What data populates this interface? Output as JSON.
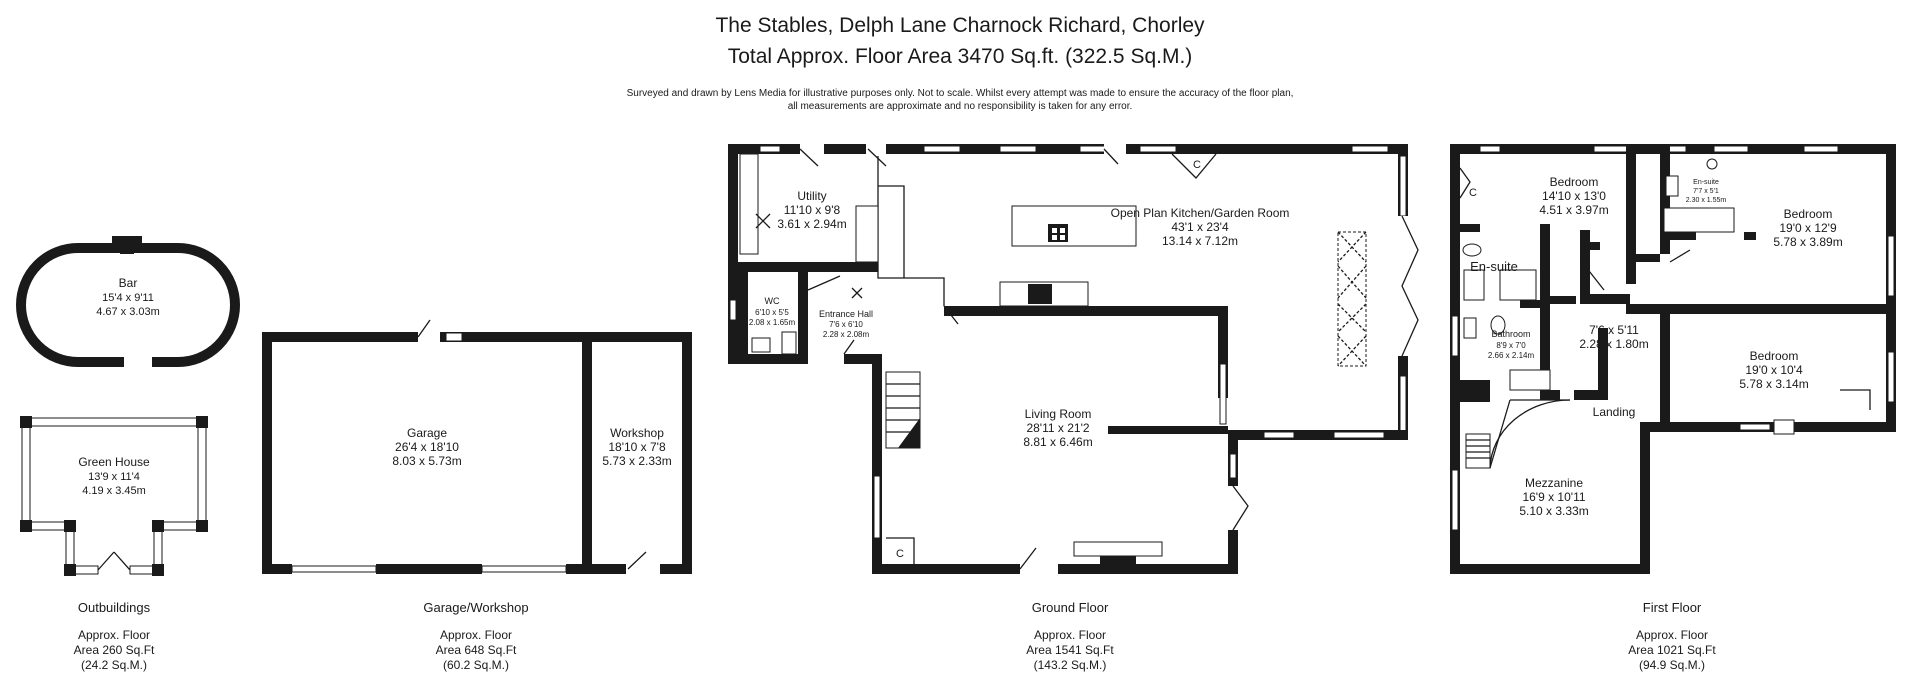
{
  "header": {
    "title": "The Stables, Delph Lane Charnock Richard, Chorley",
    "total_area": "Total Approx. Floor Area 3470 Sq.ft. (322.5 Sq.M.)",
    "disclaimer_1": "Surveyed and drawn by Lens Media for illustrative purposes only. Not to scale. Whilst every attempt was made to ensure the accuracy of the floor plan,",
    "disclaimer_2": "all measurements are approximate and no responsibility is taken for any error."
  },
  "rooms": {
    "bar": {
      "name": "Bar",
      "imperial": "15'4 x 9'11",
      "metric": "4.67 x 3.03m"
    },
    "greenhouse": {
      "name": "Green House",
      "imperial": "13'9 x 11'4",
      "metric": "4.19 x 3.45m"
    },
    "garage": {
      "name": "Garage",
      "imperial": "26'4 x 18'10",
      "metric": "8.03 x 5.73m"
    },
    "workshop": {
      "name": "Workshop",
      "imperial": "18'10 x 7'8",
      "metric": "5.73 x 2.33m"
    },
    "utility": {
      "name": "Utility",
      "imperial": "11'10 x 9'8",
      "metric": "3.61 x 2.94m"
    },
    "kitchen": {
      "name": "Open Plan Kitchen/Garden Room",
      "imperial": "43'1 x 23'4",
      "metric": "13.14 x 7.12m"
    },
    "wc": {
      "name": "WC",
      "imperial": "6'10 x 5'5",
      "metric": "2.08 x 1.65m"
    },
    "entrance": {
      "name": "Entrance Hall",
      "imperial": "7'6 x 6'10",
      "metric": "2.28 x 2.08m"
    },
    "living": {
      "name": "Living Room",
      "imperial": "28'11 x 21'2",
      "metric": "8.81 x 6.46m"
    },
    "bedroom1": {
      "name": "Bedroom",
      "imperial": "14'10 x 13'0",
      "metric": "4.51 x 3.97m"
    },
    "ensuite_small": {
      "name": "En-suite",
      "imperial": "7'7 x 5'1",
      "metric": "2.30 x 1.55m"
    },
    "bedroom2": {
      "name": "Bedroom",
      "imperial": "19'0 x 12'9",
      "metric": "5.78 x 3.89m"
    },
    "ensuite": {
      "name": "En-suite"
    },
    "bathroom": {
      "name": "Bathroom",
      "imperial": "8'9 x 7'0",
      "metric": "2.66 x 2.14m"
    },
    "landing_room": {
      "imperial": "7'6 x 5'11",
      "metric": "2.28 x 1.80m"
    },
    "bedroom3": {
      "name": "Bedroom",
      "imperial": "19'0 x 10'4",
      "metric": "5.78 x 3.14m"
    },
    "landing": {
      "name": "Landing"
    },
    "mezzanine": {
      "name": "Mezzanine",
      "imperial": "16'9 x 10'11",
      "metric": "5.10 x 3.33m"
    },
    "cupboard_label": "C"
  },
  "sections": {
    "outbuildings": {
      "name": "Outbuildings",
      "line1": "Approx. Floor",
      "line2": "Area 260 Sq.Ft",
      "line3": "(24.2 Sq.M.)"
    },
    "garage_workshop": {
      "name": "Garage/Workshop",
      "line1": "Approx. Floor",
      "line2": "Area 648 Sq.Ft",
      "line3": "(60.2 Sq.M.)"
    },
    "ground_floor": {
      "name": "Ground Floor",
      "line1": "Approx. Floor",
      "line2": "Area 1541 Sq.Ft",
      "line3": "(143.2 Sq.M.)"
    },
    "first_floor": {
      "name": "First Floor",
      "line1": "Approx. Floor",
      "line2": "Area 1021 Sq.Ft",
      "line3": "(94.9 Sq.M.)"
    }
  }
}
